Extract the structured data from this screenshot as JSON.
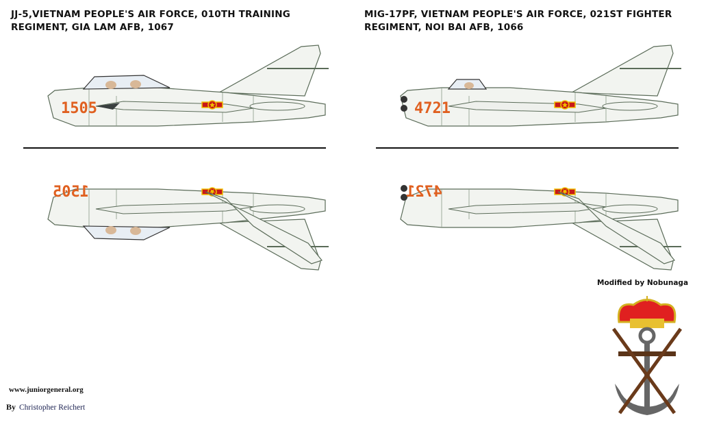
{
  "left": {
    "title_line1": "JJ-5,Vietnam People's Air Force, 010th Training",
    "title_line2": "Regiment, Gia Lam AFB, 1067",
    "serial": "1505"
  },
  "right": {
    "title_line1": "MiG-17PF, Vietnam People's Air Force, 021st Fighter",
    "title_line2": "Regiment, Noi Bai AFB, 1066",
    "serial": "4721"
  },
  "credits": {
    "website": "www.juniorgeneral.org",
    "by_label": "By",
    "author": "Christopher Reichert",
    "modified": "Modified by Nobunaga"
  },
  "colors": {
    "airframe": "#f2f4f0",
    "outline": "#5a6b58",
    "serial": "#e06020",
    "roundel_red": "#c81818",
    "roundel_yellow": "#f0c000"
  }
}
